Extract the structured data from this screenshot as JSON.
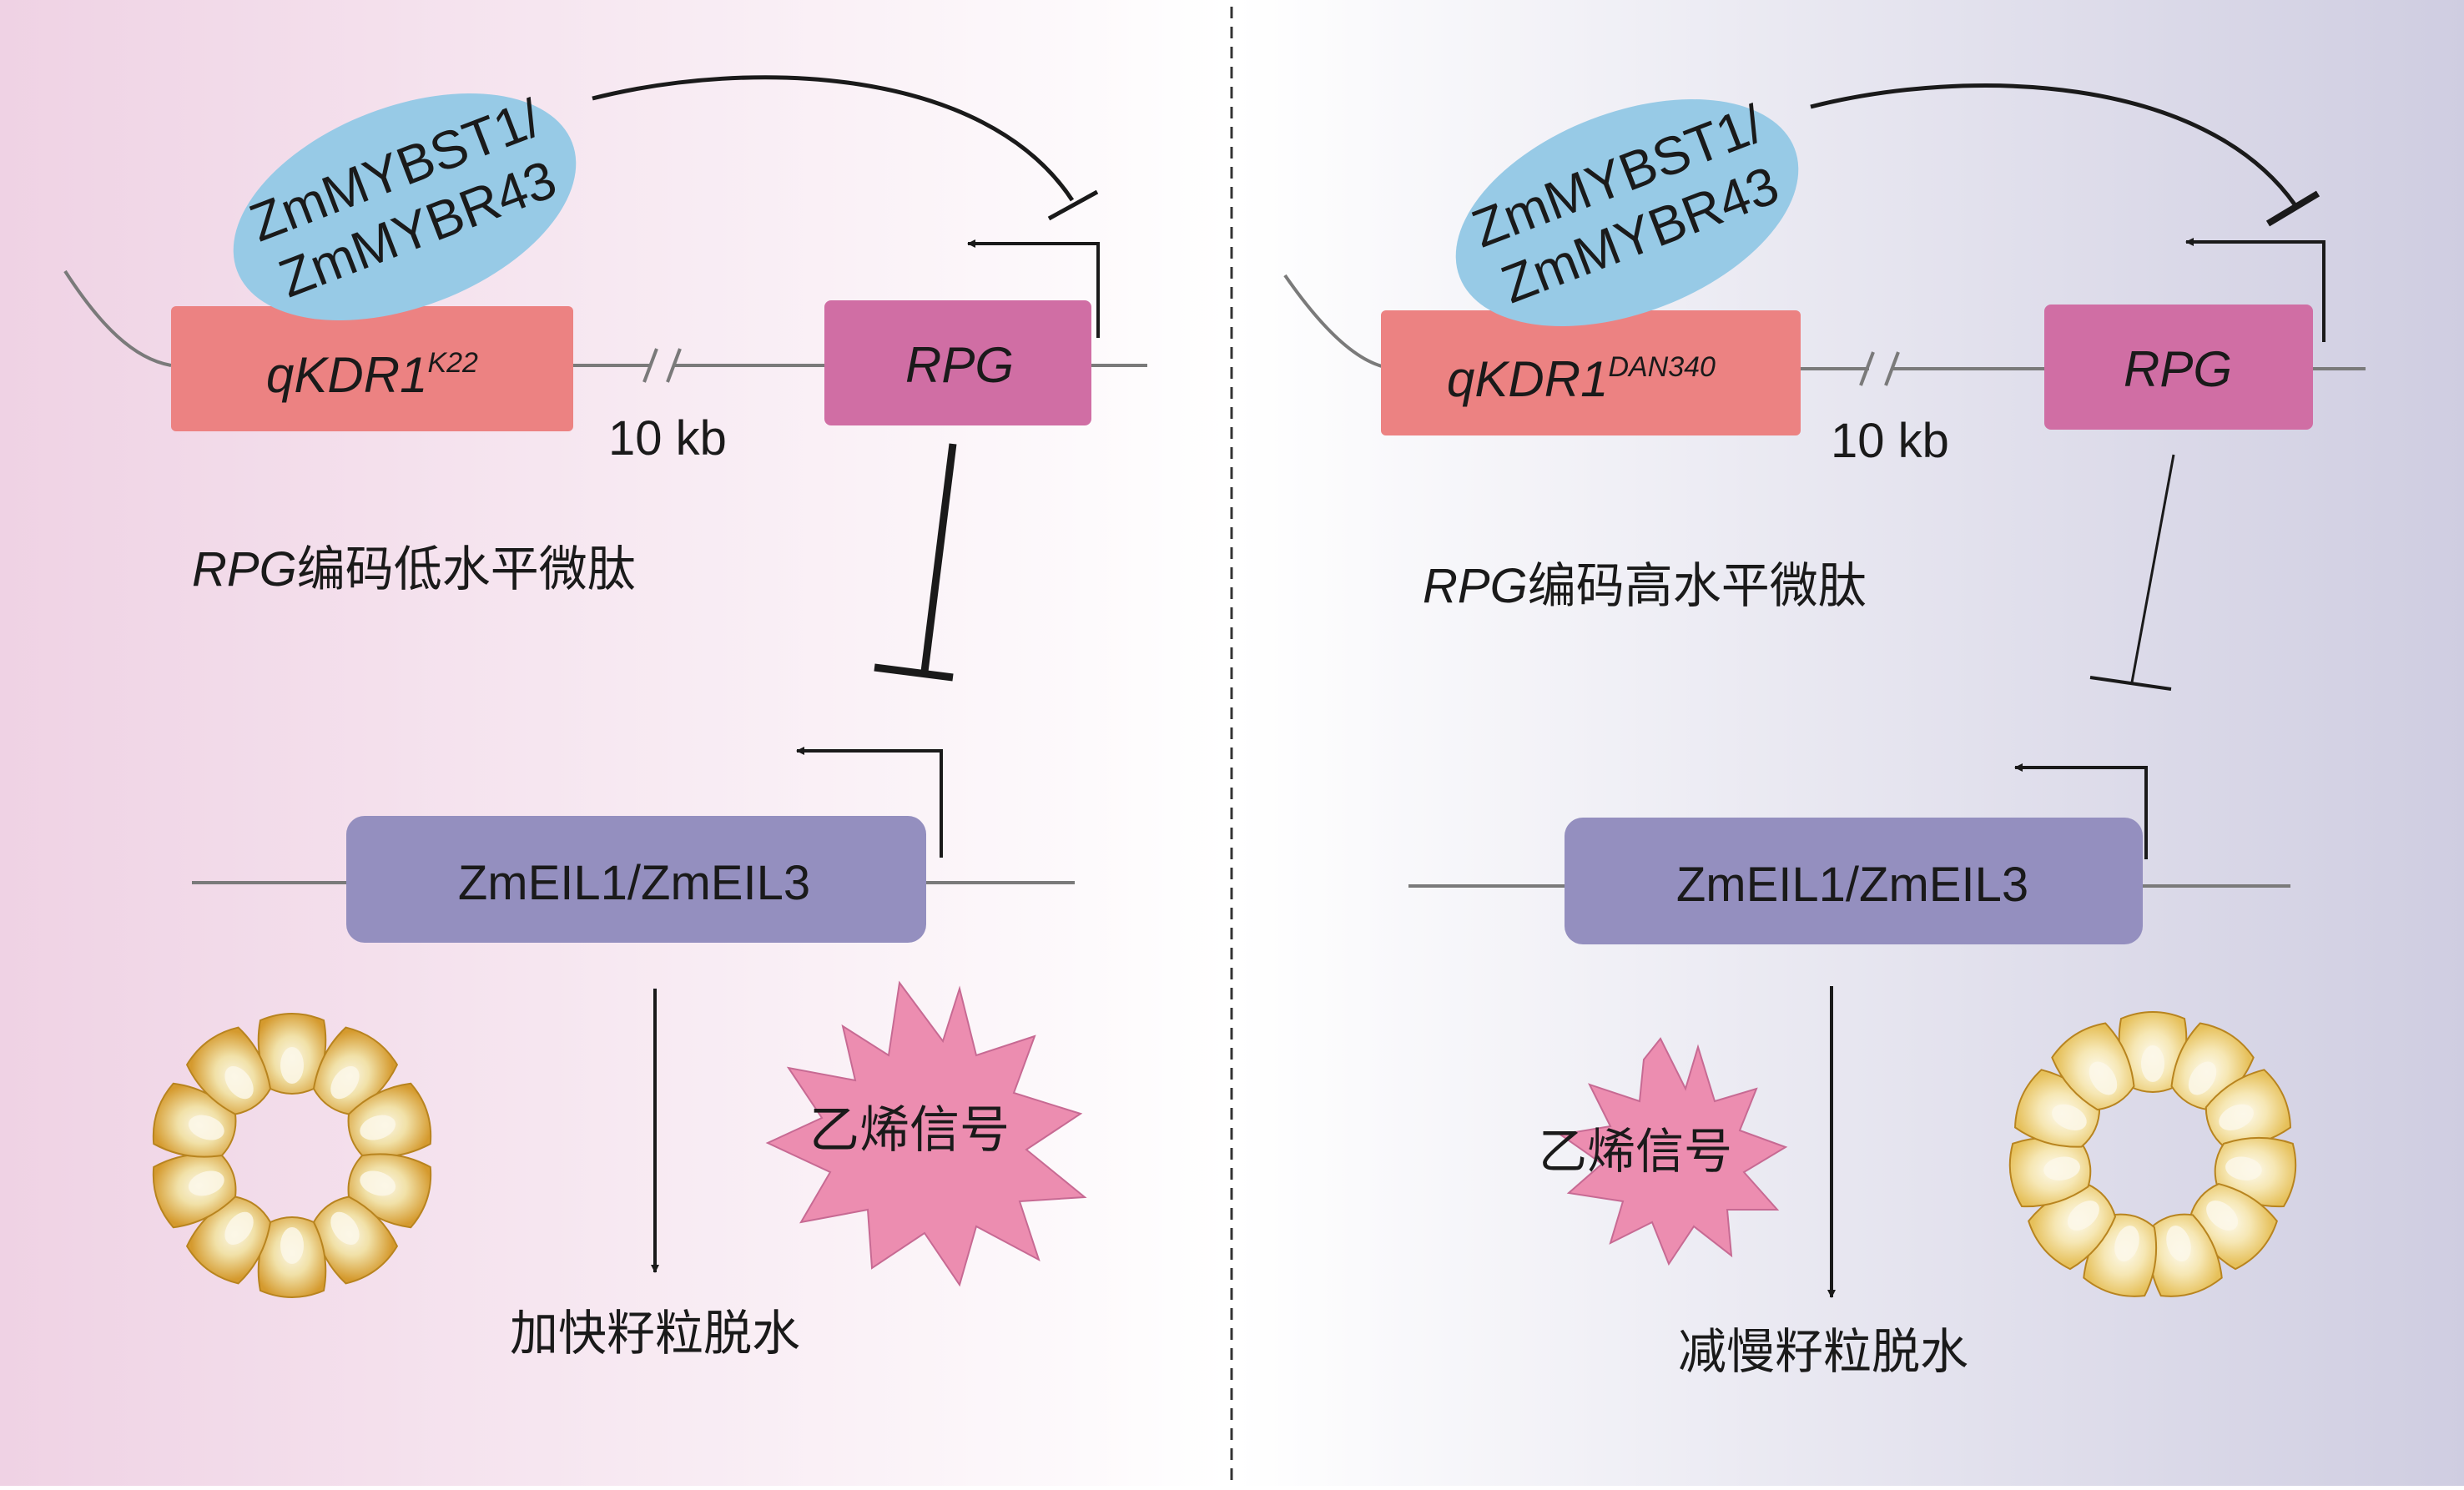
{
  "colors": {
    "left_bg_start": "#efd2e4",
    "left_bg_end": "#ffffff",
    "right_bg_start": "#ffffff",
    "right_bg_end": "#cfcde1",
    "qkdr1_box": "#ec8282",
    "rpg_box": "#d06ea4",
    "eil_box": "#948fbf",
    "mybst_ellipse": "#97cae6",
    "ethylene_star": "#ec8db0",
    "line": "#7a7a7a",
    "arrow": "#1a1a1a",
    "kernel_outer": "#d9a53a",
    "kernel_inner": "#f4eed5"
  },
  "left": {
    "tf_line1": "ZmMYBST1/",
    "tf_line2": "ZmMYBR43",
    "qkdr1_base": "qKDR1",
    "qkdr1_sup": "K22",
    "rpg_label": "RPG",
    "distance_label": "10 kb",
    "note_gene": "RPG",
    "note_text": "编码低水平微肽",
    "eil_label": "ZmEIL1/ZmEIL3",
    "ethylene_label": "乙烯信号",
    "outcome": "加快籽粒脱水"
  },
  "right": {
    "tf_line1": "ZmMYBST1/",
    "tf_line2": "ZmMYBR43",
    "qkdr1_base": "qKDR1",
    "qkdr1_sup": "DAN340",
    "rpg_label": "RPG",
    "distance_label": "10 kb",
    "note_gene": "RPG",
    "note_text": "编码高水平微肽",
    "eil_label": "ZmEIL1/ZmEIL3",
    "ethylene_label": "乙烯信号",
    "outcome": "减慢籽粒脱水"
  }
}
